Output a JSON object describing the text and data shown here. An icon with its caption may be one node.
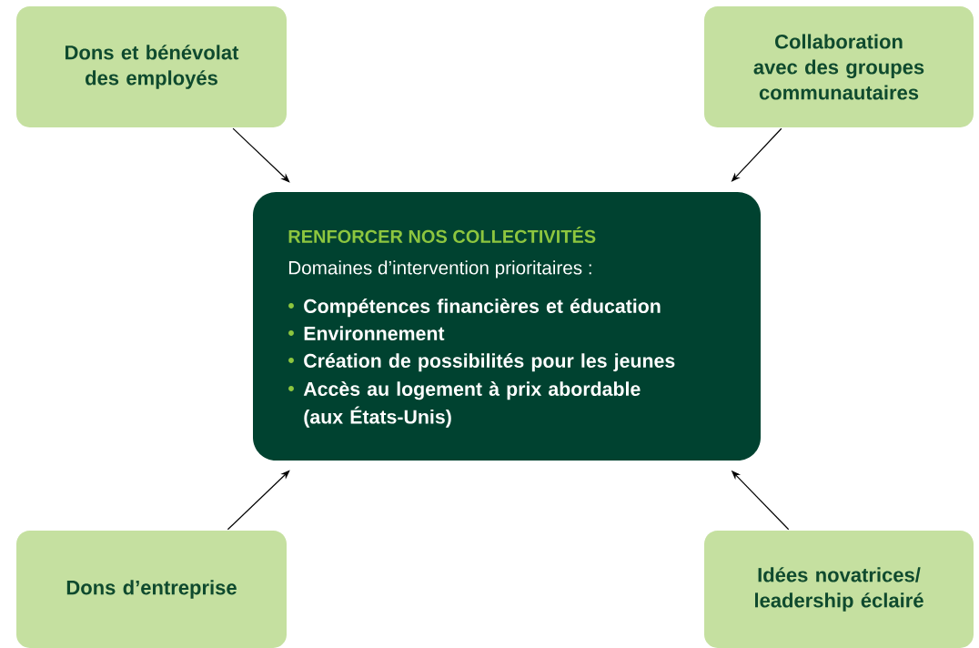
{
  "diagram": {
    "nodes": [
      {
        "text": [
          "Dons et bénévolat des employés"
        ]
      },
      {
        "text": [
          "Collaboration avec des groupes communautaires"
        ]
      },
      {
        "text": [
          "RENFORCER NOS COLLECTIVITÉS",
          "Domaines d’intervention prioritaires :",
          "Compétences financières et éducation",
          "Environnement",
          "Création de possibilités pour les jeunes",
          "Accès au logement à prix abordable (aux États-Unis)"
        ]
      },
      {
        "text": [
          "Dons d’entreprise"
        ]
      },
      {
        "text": [
          "Idées novatrices/ leadership éclairé"
        ]
      }
    ],
    "edges": [
      {
        "from": 0,
        "to": 2,
        "arrow": "to"
      },
      {
        "from": 1,
        "to": 2,
        "arrow": "to"
      },
      {
        "from": 3,
        "to": 2,
        "arrow": "to"
      },
      {
        "from": 4,
        "to": 2,
        "arrow": "to"
      }
    ]
  }
}
